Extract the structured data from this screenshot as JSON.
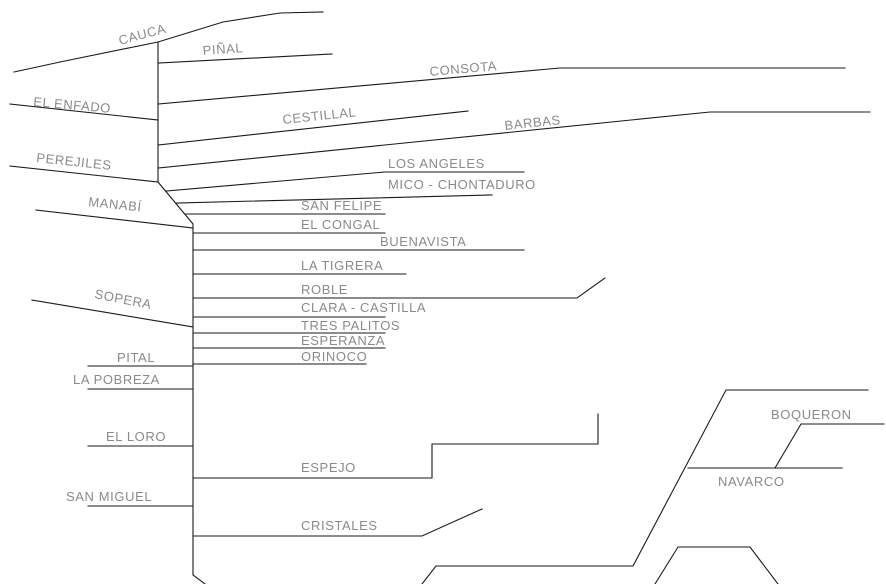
{
  "labels": {
    "cauca": "CAUCA",
    "pinal": "PIÑAL",
    "consota": "CONSOTA",
    "el_enfado": "EL ENFADO",
    "cestillal": "CESTILLAL",
    "barbas": "BARBAS",
    "perejiles": "PEREJILES",
    "los_angeles": "LOS ANGELES",
    "mico_chontaduro": "MICO - CHONTADURO",
    "manabi": "MANABÍ",
    "san_felipe": "SAN FELIPE",
    "el_congal": "EL CONGAL",
    "buenavista": "BUENAVISTA",
    "la_tigrera": "LA TIGRERA",
    "sopera": "SOPERA",
    "roble": "ROBLE",
    "clara_castilla": "CLARA - CASTILLA",
    "tres_palitos": "TRES PALITOS",
    "esperanza": "ESPERANZA",
    "pital": "PITAL",
    "orinoco": "ORINOCO",
    "la_pobreza": "LA POBREZA",
    "boqueron": "BOQUERON",
    "el_loro": "EL LORO",
    "espejo": "ESPEJO",
    "navarco": "NAVARCO",
    "san_miguel": "SAN MIGUEL",
    "cristales": "CRISTALES"
  }
}
